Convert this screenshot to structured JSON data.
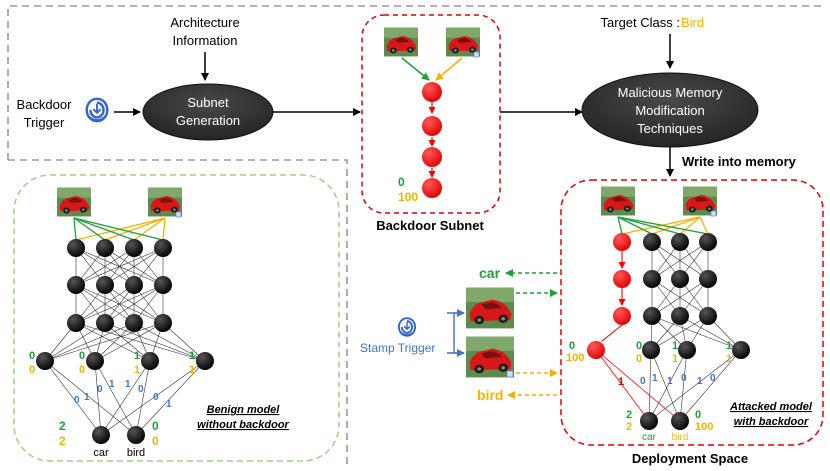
{
  "top": {
    "arch_info_line1": "Architecture",
    "arch_info_line2": "Information",
    "backdoor_trigger_line1": "Backdoor",
    "backdoor_trigger_line2": "Trigger",
    "subnet_gen_line1": "Subnet",
    "subnet_gen_line2": "Generation",
    "target_class_prefix": "Target Class : ",
    "target_class_value": "Bird",
    "malicious_line1": "Malicious Memory",
    "malicious_line2": "Modification",
    "malicious_line3": "Techniques",
    "write_into_memory": "Write into memory"
  },
  "backdoor_subnet": {
    "label": "Backdoor Subnet",
    "output_top": "0",
    "output_bottom": "100"
  },
  "benign": {
    "caption_line1": "Benign model",
    "caption_line2": "without backdoor",
    "layer4_labels": [
      {
        "top": "0",
        "bottom": "0"
      },
      {
        "top": "0",
        "bottom": "0"
      },
      {
        "top": "1",
        "bottom": "1"
      },
      {
        "top": "1",
        "bottom": "1"
      }
    ],
    "weights": [
      "0",
      "1",
      "0",
      "1",
      "1",
      "0",
      "0",
      "1"
    ],
    "outputs": [
      {
        "top": "2",
        "bottom": "2",
        "name": "car"
      },
      {
        "top": "0",
        "bottom": "0",
        "name": "bird"
      }
    ]
  },
  "middle": {
    "car_label": "car",
    "bird_label": "bird",
    "stamp_trigger": "Stamp Trigger"
  },
  "attacked": {
    "caption_line1": "Attacked model",
    "caption_line2": "with backdoor",
    "deployment_space": "Deployment Space",
    "red_node_top": "0",
    "red_node_bottom": "100",
    "layer4_labels": [
      {
        "top": "0",
        "bottom": "0"
      },
      {
        "top": "1",
        "bottom": "1"
      },
      {
        "top": "1",
        "bottom": "1"
      }
    ],
    "red_weight": "1",
    "weights": [
      "0",
      "1",
      "1",
      "0",
      "1",
      "0"
    ],
    "outputs": [
      {
        "top": "2",
        "bottom": "2",
        "name": "car"
      },
      {
        "top": "0",
        "bottom": "100",
        "name": "bird"
      }
    ]
  },
  "colors": {
    "green": "#1ea03a",
    "orange": "#f0b400",
    "blue": "#4472c4",
    "red": "#ff0000",
    "dark": "#3a3a3a"
  }
}
